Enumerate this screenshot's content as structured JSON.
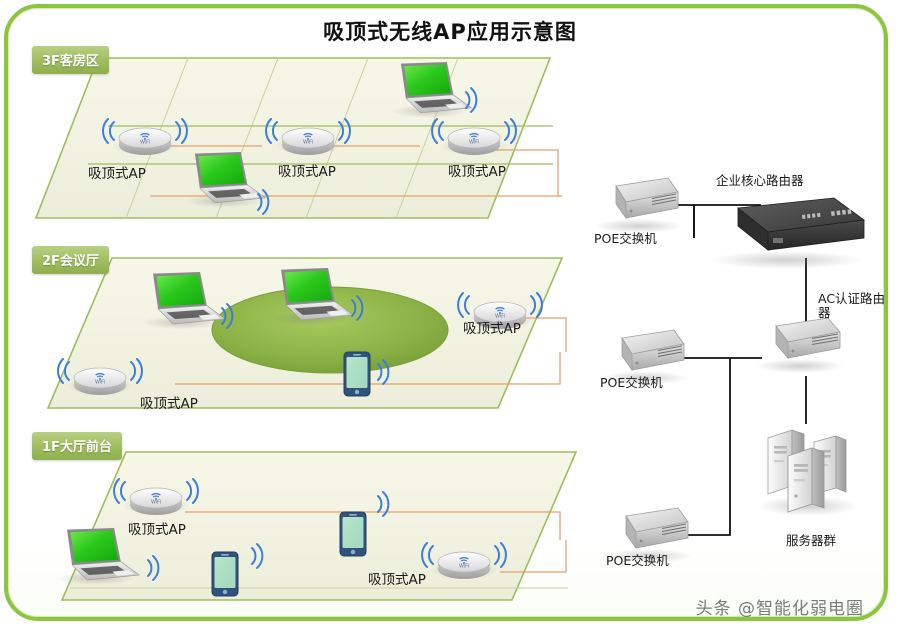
{
  "title": "吸顶式无线AP应用示意图",
  "watermark": "头条 @智能化弱电圈",
  "colors": {
    "frame_green": "#8cc63f",
    "badge_green": "#9fbd5e",
    "floor_fill": "#f2f2e0",
    "floor_edge": "#9fbd5e",
    "table_green": "#8fb24a",
    "laptop_screen": "#2fcc22",
    "phone_blue": "#3a6fa8",
    "ap_grey": "#e3e3e3",
    "switch_grey": "#c9c9c9",
    "router_dark": "#3c3c3c",
    "server_grey": "#e8e8e8",
    "cable_black": "#111111",
    "cable_orange": "#e8a06a",
    "wifi_wave": "#3b7dd8"
  },
  "floors": [
    {
      "id": "3f",
      "label": "3F客房区"
    },
    {
      "id": "2f",
      "label": "2F会议厅"
    },
    {
      "id": "1f",
      "label": "1F大厅前台"
    }
  ],
  "access_points": [
    {
      "id": "ap-3f-1",
      "label": "吸顶式AP",
      "floor": "3f",
      "badge": "WiFi"
    },
    {
      "id": "ap-3f-2",
      "label": "吸顶式AP",
      "floor": "3f",
      "badge": "WiFi"
    },
    {
      "id": "ap-3f-3",
      "label": "吸顶式AP",
      "floor": "3f",
      "badge": "WiFi"
    },
    {
      "id": "ap-2f-1",
      "label": "吸顶式AP",
      "floor": "2f",
      "badge": "WiFi"
    },
    {
      "id": "ap-2f-2",
      "label": "吸顶式AP",
      "floor": "2f",
      "badge": "WiFi"
    },
    {
      "id": "ap-1f-1",
      "label": "吸顶式AP",
      "floor": "1f",
      "badge": "WiFi"
    },
    {
      "id": "ap-1f-2",
      "label": "吸顶式AP",
      "floor": "1f",
      "badge": "WiFi"
    }
  ],
  "clients": [
    {
      "id": "laptop-3f-top",
      "type": "laptop",
      "floor": "3f"
    },
    {
      "id": "laptop-3f-mid",
      "type": "laptop",
      "floor": "3f"
    },
    {
      "id": "laptop-2f-left",
      "type": "laptop",
      "floor": "2f"
    },
    {
      "id": "laptop-2f-right",
      "type": "laptop",
      "floor": "2f"
    },
    {
      "id": "phone-2f",
      "type": "phone",
      "floor": "2f"
    },
    {
      "id": "laptop-1f",
      "type": "laptop",
      "floor": "1f"
    },
    {
      "id": "phone-1f-left",
      "type": "phone",
      "floor": "1f"
    },
    {
      "id": "phone-1f-mid",
      "type": "phone",
      "floor": "1f"
    }
  ],
  "network_equipment": [
    {
      "id": "poe-3f",
      "label": "POE交换机",
      "type": "switch"
    },
    {
      "id": "poe-2f",
      "label": "POE交换机",
      "type": "switch"
    },
    {
      "id": "poe-1f",
      "label": "POE交换机",
      "type": "switch"
    },
    {
      "id": "core-router",
      "label": "企业核心路由器",
      "type": "router"
    },
    {
      "id": "ac-router",
      "label": "AC认证路由器",
      "type": "router"
    },
    {
      "id": "servers",
      "label": "服务器群",
      "type": "server-cluster"
    }
  ]
}
